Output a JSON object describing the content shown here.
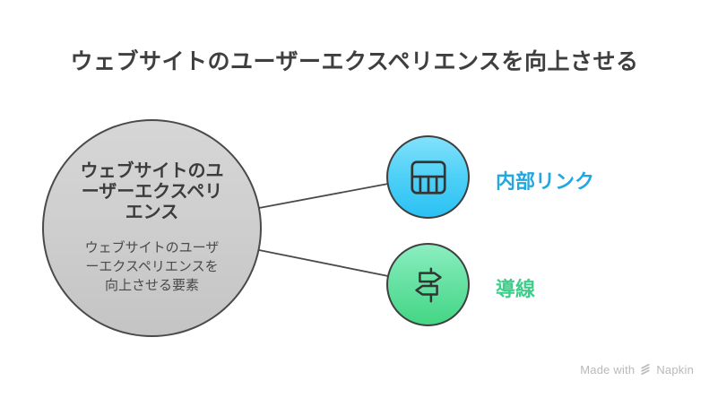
{
  "title": "ウェブサイトのユーザーエクスペリエンスを向上させる",
  "center_node": {
    "heading": "ウェブサイトのユ\nーザーエクスペリ\nエンス",
    "description": "ウェブサイトのユーザ\nーエクスペリエンスを\n向上させる要素"
  },
  "nodes": [
    {
      "label": "内部リンク",
      "icon": "table-layout-icon",
      "label_color": "#1fa8e1",
      "fill_top": "#82e1fb",
      "fill_bottom": "#2bc1f4"
    },
    {
      "label": "導線",
      "icon": "signpost-icon",
      "label_color": "#3fcd8a",
      "fill_top": "#8ceec0",
      "fill_bottom": "#44d685"
    }
  ],
  "watermark": {
    "prefix": "Made with",
    "brand": "Napkin",
    "icon": "napkin-logo-icon",
    "color": "#b9b9b9"
  },
  "colors": {
    "background": "#ffffff",
    "title_text": "#3f3f3f",
    "center_fill_top": "#d6d6d6",
    "center_fill_bottom": "#c4c4c4",
    "center_border": "#4a4a4a",
    "node_border": "#3f3f3f",
    "connector": "#4a4a4a",
    "icon_stroke": "#343434"
  }
}
